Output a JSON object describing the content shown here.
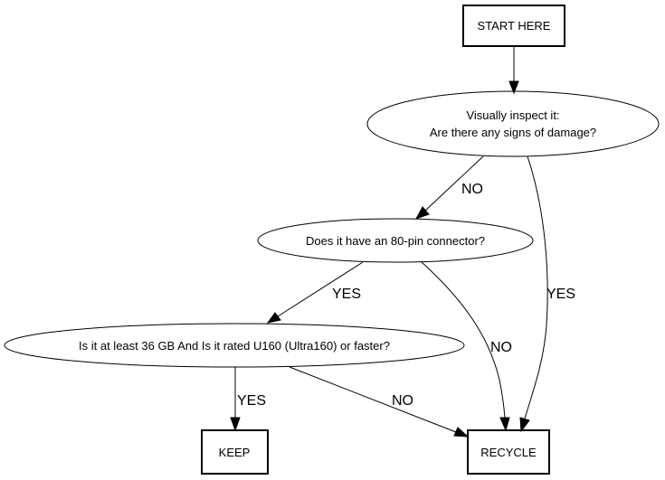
{
  "nodes": {
    "start": {
      "label": "START HERE"
    },
    "inspect": {
      "line1": "Visually inspect it:",
      "line2": "Are there any signs of damage?"
    },
    "connector": {
      "label": "Does it have an 80-pin connector?"
    },
    "size": {
      "label": "Is it at least 36 GB And Is it rated U160 (Ultra160) or faster?"
    },
    "keep": {
      "label": "KEEP"
    },
    "recycle": {
      "label": "RECYCLE"
    }
  },
  "edges": {
    "inspect_to_connector": "NO",
    "inspect_to_recycle": "YES",
    "connector_to_size": "YES",
    "connector_to_recycle": "NO",
    "size_to_keep": "YES",
    "size_to_recycle": "NO"
  },
  "colors": {
    "stroke": "#000000",
    "fill": "#ffffff",
    "text": "#000000"
  }
}
